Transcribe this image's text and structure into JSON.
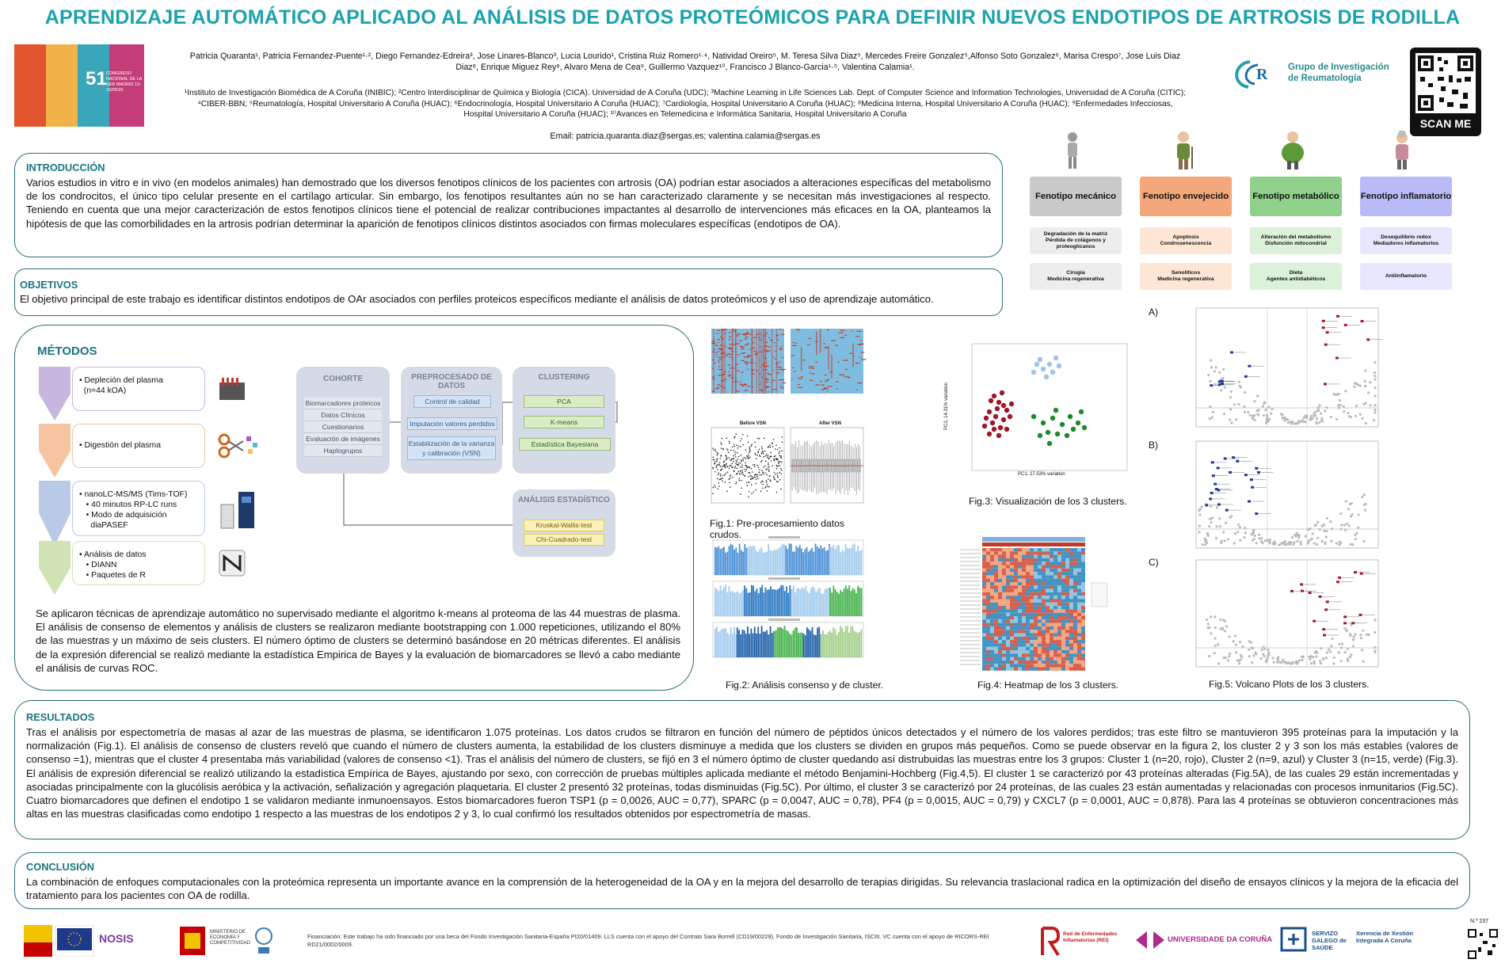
{
  "header": {
    "title": "APRENDIZAJE AUTOMÁTICO APLICADO AL ANÁLISIS DE DATOS PROTEÓMICOS PARA DEFINIR NUEVOS ENDOTIPOS DE ARTROSIS DE RODILLA",
    "authors": "Patricia Quaranta¹, Patricia Fernandez-Puente¹·², Diego Fernandez-Edreira³, Jose Linares-Blanco³, Lucia Lourido¹, Cristina Ruiz Romero¹·⁴, Natividad Oreiro⁵, M. Teresa Silva Diaz⁵, Mercedes Freire Gonzalez⁵,Alfonso Soto Gonzalez⁶, Marisa Crespo⁷, Jose Luis Diaz Diaz⁸, Enrique Miguez Rey⁸, Alvaro Mena de Cea⁹, Guillermo Vazquez¹⁰, Francisco J Blanco-Garcia¹·⁵, Valentina Calamia¹.",
    "affiliations": "¹Instituto de Investigación Biomédica de A Coruña (INIBIC); ²Centro Interdisciplinar de Química y Biología (CICA). Universidad de A Coruña (UDC); ³Machine Learning in Life Sciences Lab. Dept. of Computer Science and Information Technologies, Universidad de A Coruña (CITIC); ⁴CIBER-BBN; ⁵Reumatología, Hospital Universitario A Coruña (HUAC); ⁶Endocrinología, Hospital Universitario A Coruña (HUAC); ⁷Cardiología, Hospital Universitario A Coruña (HUAC); ⁸Medicina Interna, Hospital Universitario A Coruña (HUAC); ⁹Enfermedades Infecciosas, Hospital Universitario A Coruña (HUAC); ¹⁰Avances en Telemedicina e Informática Sanitaria, Hospital Universitario A Coruña",
    "email": "Email: patricia.quaranta.diaz@sergas.es; valentina.calamia@sergas.es",
    "congress_number": "51",
    "congress_text": "CONGRESO NACIONAL DE LA SER MADRID 13-16/05/25",
    "group_name_1": "Grupo de Investigación",
    "group_name_2": "de Reumatología",
    "qr_label": "SCAN ME"
  },
  "intro": {
    "title": "INTRODUCCIÓN",
    "text": "Varios estudios in vitro e in vivo (en modelos animales) han demostrado que los diversos fenotipos clínicos de los pacientes con artrosis (OA) podrían estar asociados a alteraciones específicas del metabolismo de los condrocitos, el único tipo celular presente en el cartílago articular. Sin embargo, los fenotipos resultantes aún no se han caracterizado claramente y se necesitan más investigaciones al respecto. Teniendo en cuenta que una mejor caracterización de estos fenotipos clínicos tiene el potencial de realizar contribuciones impactantes al desarrollo de intervenciones más eficaces en la OA, planteamos la hipótesis de que las comorbilidades en la artrosis podrían determinar la aparición de fenotipos clínicos distintos asociados con firmas moleculares específicas (endotipos de OA)."
  },
  "phenotypes": [
    {
      "name": "Fenotipo mecánico",
      "mech": "Degradación de la matriz\nPérdida de colágenos y proteoglicanos",
      "therapy": "Cirugía\nMedicina regenerativa",
      "color": "#c9c9c9",
      "sub": "#ededed",
      "text": "#111111"
    },
    {
      "name": "Fenotipo envejecido",
      "mech": "Apoptosis\nCondrosenescencia",
      "therapy": "Senolíticos\nMedicina regenerativa",
      "color": "#f3a77a",
      "sub": "#fde6d6",
      "text": "#111111"
    },
    {
      "name": "Fenotipo metabólico",
      "mech": "Alteración del metabolismo\nDisfunción mitocondrial",
      "therapy": "Dieta\nAgentes antidiabéticos",
      "color": "#8fd18a",
      "sub": "#dcf1d9",
      "text": "#111111"
    },
    {
      "name": "Fenotipo inflamatorio",
      "mech": "Desequilibrio redox\nMediadores inflamatorios",
      "therapy": "Antiinflamatorio",
      "color": "#b9bbf6",
      "sub": "#e6e7fd",
      "text": "#111111"
    }
  ],
  "objetivos": {
    "title": "OBJETIVOS",
    "text": "El objetivo principal de este trabajo es identificar distintos endotipos de OAr asociados con perfiles proteicos específicos mediante el análisis de datos proteómicos y el uso de aprendizaje automático."
  },
  "metodos": {
    "title": "MÉTODOS",
    "steps": [
      {
        "lines": [
          "• Depleción del plasma",
          "  (n=44 kOA)"
        ],
        "color": "#c8b6de"
      },
      {
        "lines": [
          "• Digestión del plasma"
        ],
        "color": "#f6c59f"
      },
      {
        "lines": [
          "• nanoLC-MS/MS (Tims-TOF)",
          "   • 40 minutos RP-LC runs",
          "   • Modo de adquisición",
          "     diaPASEF"
        ],
        "color": "#b9c9e8"
      },
      {
        "lines": [
          "• Análisis de datos",
          "   • DIANN",
          "   • Paquetes de R"
        ],
        "color": "#cfe3b4"
      }
    ],
    "flow": {
      "cohorte": {
        "title": "COHORTE",
        "items": [
          "Biomarcadores proteicos",
          "Datos Clínicos",
          "Cuestionarios",
          "Evaluación de imágenes",
          "Haplogrupos"
        ]
      },
      "preproc": {
        "title": "PREPROCESADO DE DATOS",
        "items": [
          "Control de calidad",
          "Imputación valores perdidos",
          "Estabilización de la varianza y calibración (VSN)"
        ]
      },
      "clustering": {
        "title": "CLUSTERING",
        "items": [
          "PCA",
          "K-means",
          "Estadística Bayesiana"
        ]
      },
      "stats": {
        "title": "ANÁLISIS ESTADÍSTICO",
        "items": [
          "Kruskal-Wallis-test",
          "Chi-Cuadrado-test"
        ]
      }
    },
    "text": "Se aplicaron técnicas de aprendizaje automático no supervisado mediante el algoritmo k-means al proteoma de las 44 muestras de plasma. El análisis de consenso de elementos y análisis de clusters se realizaron mediante bootstrapping con 1.000 repeticiones, utilizando el 80% de las muestras y un máximo de seis clusters. El número óptimo de clusters se determinó basándose en 20 métricas diferentes. El análisis de la expresión diferencial se realizó mediante la estadística Empirica de Bayes y la evaluación de biomarcadores se llevó a cabo mediante el análisis de curvas ROC."
  },
  "figures": {
    "fig1": "Fig.1: Pre-procesamiento datos crudos.",
    "fig1_before": "Before VSN",
    "fig1_after": "After VSN",
    "fig2": "Fig.2: Análisis consenso y de cluster.",
    "fig3": "Fig.3: Visualización de los 3 clusters.",
    "fig3_xlabel": "PC1, 27.53% variation",
    "fig3_ylabel": "PC2, 14.31% variation",
    "fig4": "Fig.4: Heatmap de los 3 clusters.",
    "fig5": "Fig.5: Volcano Plots de los 3 clusters.",
    "fig5_labels": [
      "A)",
      "B)",
      "C)"
    ]
  },
  "resultados": {
    "title": "RESULTADOS",
    "text": "Tras el análisis por espectometría de masas al azar de las muestras de plasma, se identificaron 1.075 proteínas. Los datos crudos se filtraron en función del número de péptidos únicos detectados y el número de los valores perdidos; tras este filtro se mantuvieron 395 proteínas para la imputación y la normalización (Fig.1). El análisis de consenso de clusters reveló que cuando el número de clusters aumenta, la estabilidad de los clusters disminuye a medida que los clusters se dividen en grupos más pequeños. Como se puede observar en la figura 2, los cluster 2 y 3 son los más estables (valores de consenso =1), mientras que el cluster 4 presentaba más variabilidad (valores de consenso <1). Tras el análisis del número de clusters, se fijó en 3 el número óptimo de cluster quedando así distrubuidas las muestras entre los 3 grupos: Cluster 1 (n=20, rojo), Cluster 2 (n=9, azul) y Cluster 3 (n=15, verde) (Fig.3). El análisis de expresión diferencial se realizó utilizando la estadística Empírica de Bayes, ajustando por sexo, con corrección de pruebas múltiples aplicada mediante el método Benjamini-Hochberg (Fig.4,5). El cluster 1 se caracterizó por 43 proteínas alteradas (Fig.5A), de las cuales 29 están incrementadas y asociadas principalmente con la glucólisis aeróbica y la activación, señalización y agregación plaquetaria. El cluster 2 presentó 32 proteínas, todas disminuidas (Fig.5C). Por último, el cluster 3 se caracterizó por 24 proteínas, de las cuales 23 están aumentadas y relacionadas con procesos inmunitarios (Fig.5C). Cuatro biomarcadores que definen el endotipo 1 se validaron mediante inmunoensayos. Estos biomarcadores fueron TSP1 (p = 0,0026, AUC = 0,77), SPARC (p = 0,0047, AUC = 0,78), PF4 (p = 0,0015, AUC = 0,79) y CXCL7 (p = 0,0001, AUC = 0,878). Para las 4 proteínas se obtuvieron concentraciones más altas en las muestras clasificadas como endotipo 1 respecto a las muestras de los endotipos 2 y 3, lo cual confirmó los resultados obtenidos por espectrometría de masas."
  },
  "conclusion": {
    "title": "CONCLUSIÓN",
    "text": "La combinación de enfoques computacionales con la proteómica representa un importante avance en la comprensión de la heterogeneidad de la OA y en la mejora del desarrollo de terapias dirigidas. Su relevancia traslacional radica en la optimización del diseño de ensayos clínicos y la mejora de la eficacia del tratamiento para los pacientes con OA de rodilla."
  },
  "footer": {
    "funding": "Financiación: Este trabajo ha sido financiado por una beca del Fondo Investigación Sanitaria-España PI20/01409. LLS cuenta con el apoyo del Contrato Sara Borrell (CD19/00229), Fondo de Investigación Sanitaria, ISCIII. VC cuenta con el apoyo de RICORS-REI RD21/0002/0009.",
    "ministerio": "MINISTERIO DE ECONOMÍA Y COMPETITIVIDAD",
    "rei": "Red de Enfermedades Inflamatorias (REI)",
    "udc": "UNIVERSIDADE DA CORUÑA",
    "sergas_1": "SERVIZO GALEGO de SAÚDE",
    "sergas_2": "Xerencia de Xestión Integrada A Coruña",
    "poster_num": "N.º 237"
  }
}
